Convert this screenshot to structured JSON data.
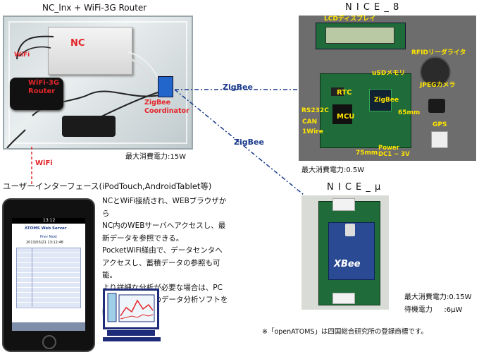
{
  "router": {
    "title": "NC_lnx + WiFi-3G Router",
    "nc_label": "NC",
    "wifi_label": "WiFi",
    "wifi3g_label": "WiFi-3G\nRouter",
    "zigbee_coord_label": "ZigBee\nCoordinator",
    "power": "最大消費電力:15W",
    "wifi_link_label": "WiFi"
  },
  "nice8": {
    "title": "N I C E _ 8",
    "labels": {
      "lcd": "LCDディスプレイ",
      "rfid": "RFIDリーダライタ",
      "usd": "uSDメモリ",
      "rtc": "RTC",
      "zigbee": "ZigBee",
      "rs232c": "RS232C",
      "mcu": "MCU",
      "can": "CAN",
      "onewire": "1Wire",
      "jpeg": "JPEGカメラ",
      "gps": "GPS",
      "size_w": "75mm",
      "size_h": "65mm",
      "power_in": "Power\nDC1 ~ 3V"
    },
    "power": "最大消費電力:0.5W"
  },
  "zigbee_links": [
    "ZigBee",
    "ZigBee"
  ],
  "nicemu": {
    "title": "N I C E _ μ",
    "xbee_label": "XBee",
    "power_max": "最大消費電力:0.15W",
    "power_standby": "待機電力　  :6μW"
  },
  "ui": {
    "heading": "ユーザーインターフェース(iPodTouch,AndroidTablet等)",
    "description": "NCとWiFi接続され、WEBブラウザから\nNC内のWEBサーバへアクセスし、最\n新データを参照できる。\nPocketWiFi経由で、データセンタへ\nアクセスし、蓄積データの参照も可\n能。\nより詳細な分析が必要な場合は、PC\nを使用し、専用のデータ分析ソフトを\n動作させる。",
    "phone_time": "13:12",
    "phone_screen_title": "ATOMS Web Server",
    "phone_button": "Prev Next",
    "phone_date": "2013/03/21 13:12:48"
  },
  "footnote": "※「openATOMS」は四国総合研究所の登録商標です。"
}
